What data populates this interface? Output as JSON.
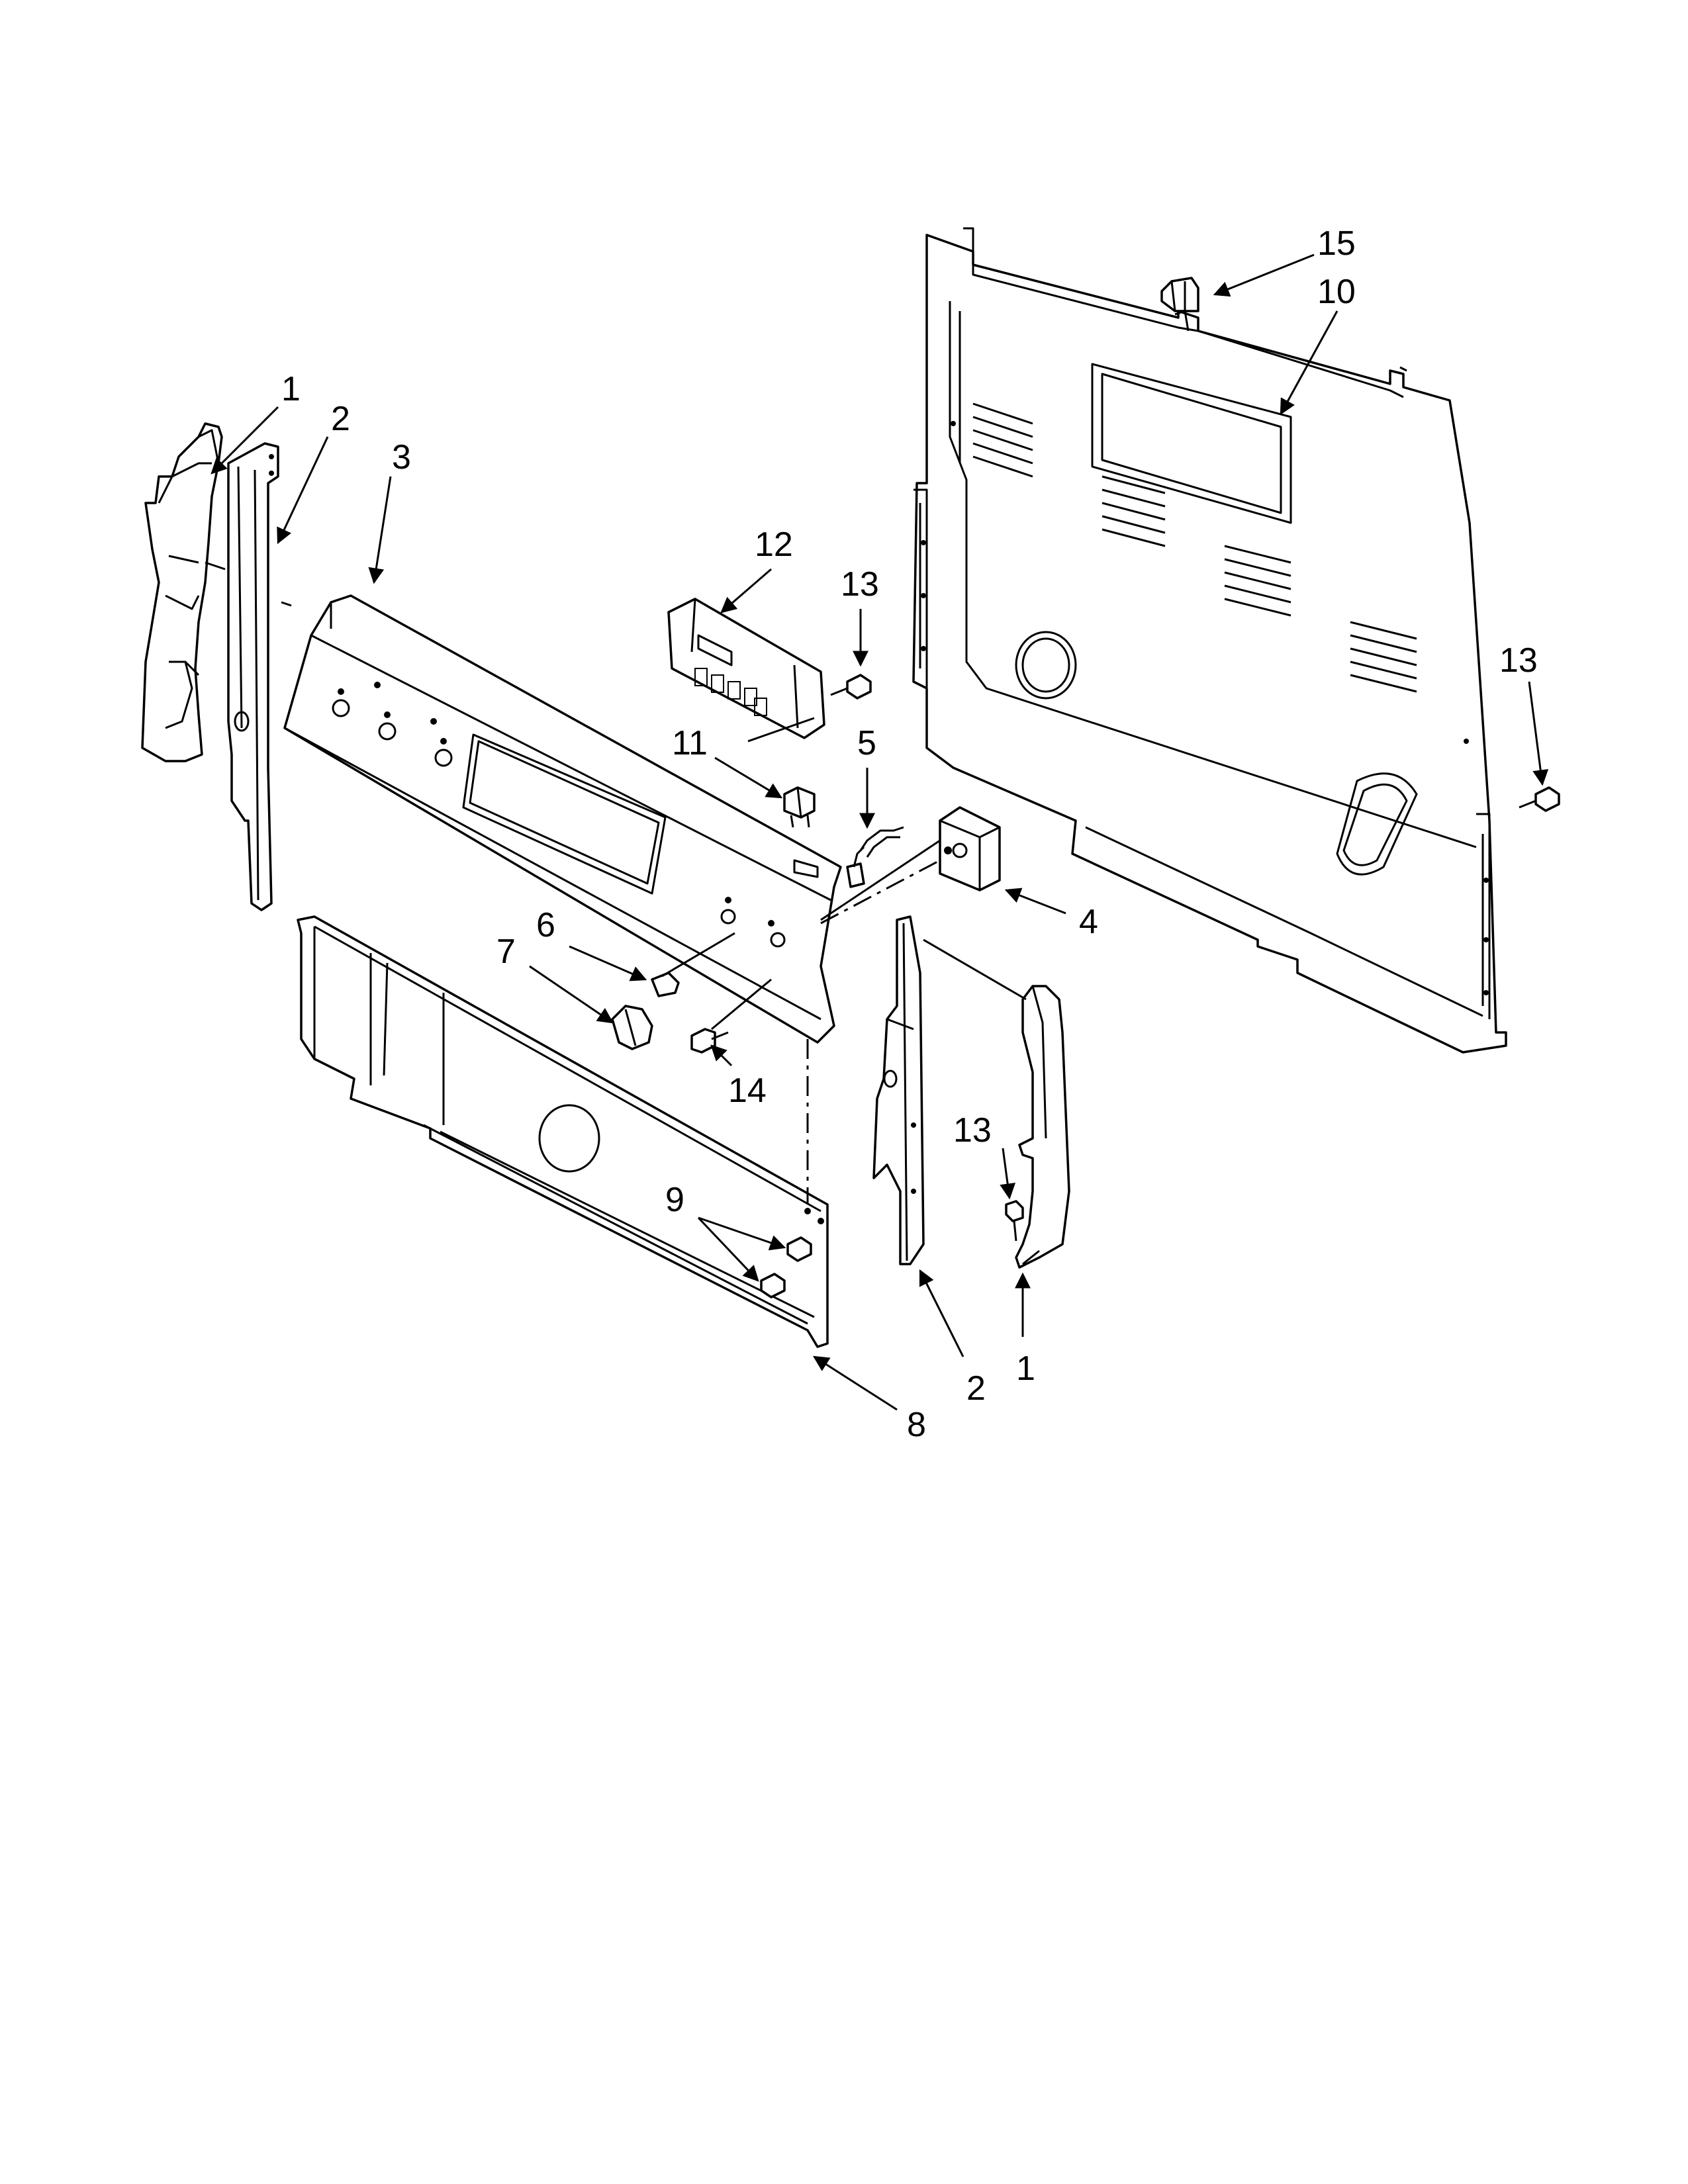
{
  "diagram": {
    "callouts": [
      "1",
      "2",
      "3",
      "12",
      "13",
      "11",
      "5",
      "15",
      "10",
      "13",
      "4",
      "6",
      "7",
      "14",
      "9",
      "8",
      "2",
      "1",
      "13"
    ]
  }
}
